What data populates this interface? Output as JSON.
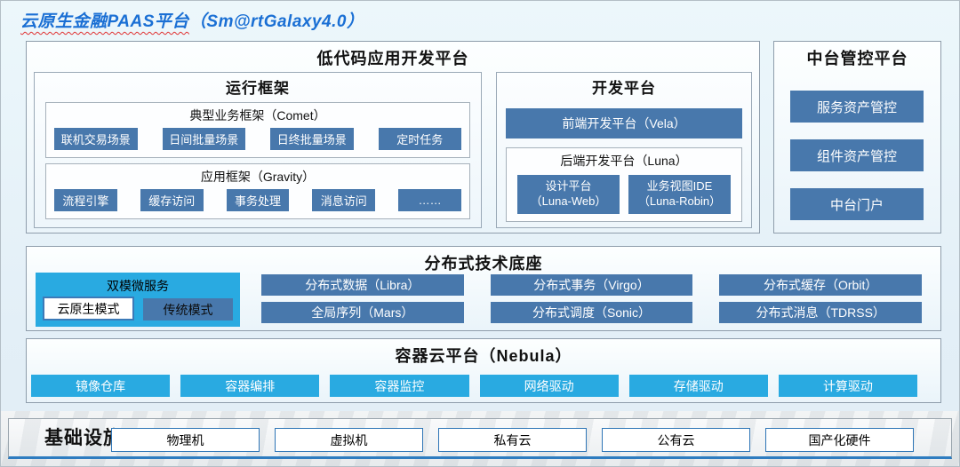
{
  "header": {
    "title_main": "云原生金融PAAS平台",
    "title_suffix": "（Sm@rtGalaxy4.0）"
  },
  "lowcode": {
    "title": "低代码应用开发平台",
    "runtime": {
      "title": "运行框架",
      "comet": {
        "label": "典型业务框架（Comet）",
        "buttons": [
          "联机交易场景",
          "日间批量场景",
          "日终批量场景",
          "定时任务"
        ]
      },
      "gravity": {
        "label": "应用框架（Gravity）",
        "buttons": [
          "流程引擎",
          "缓存访问",
          "事务处理",
          "消息访问",
          "……"
        ]
      }
    },
    "dev": {
      "title": "开发平台",
      "vela_label": "前端开发平台（Vela）",
      "luna": {
        "label": "后端开发平台（Luna）",
        "buttons": [
          {
            "line1": "设计平台",
            "line2": "（Luna-Web）"
          },
          {
            "line1": "业务视图IDE",
            "line2": "（Luna-Robin）"
          }
        ]
      }
    }
  },
  "midplatform": {
    "title": "中台管控平台",
    "buttons": [
      "服务资产管控",
      "组件资产管控",
      "中台门户"
    ]
  },
  "distributed": {
    "title": "分布式技术底座",
    "dual_mode": {
      "label": "双模微服务",
      "cloud_native": "云原生模式",
      "traditional": "传统模式"
    },
    "row1": [
      "分布式数据（Libra）",
      "分布式事务（Virgo）",
      "分布式缓存（Orbit）"
    ],
    "row2": [
      "全局序列（Mars）",
      "分布式调度（Sonic）",
      "分布式消息（TDRSS）"
    ]
  },
  "nebula": {
    "title": "容器云平台（Nebula）",
    "buttons": [
      "镜像仓库",
      "容器编排",
      "容器监控",
      "网络驱动",
      "存储驱动",
      "计算驱动"
    ]
  },
  "infrastructure": {
    "title": "基础设施",
    "items": [
      "物理机",
      "虚拟机",
      "私有云",
      "公有云",
      "国产化硬件"
    ]
  },
  "colors": {
    "steel_blue": "#4878ac",
    "cyan": "#29aae1",
    "title_blue": "#1a6fd4",
    "underline_red": "#e03131",
    "infra_border_blue": "#2e75b6"
  }
}
